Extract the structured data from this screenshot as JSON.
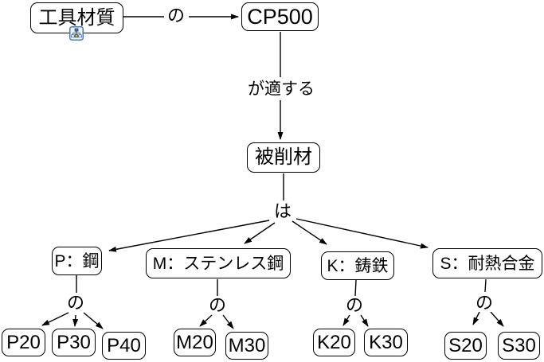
{
  "diagram": {
    "nodes": {
      "tool_material": {
        "label": "工具材質"
      },
      "cp500": {
        "label": "CP500"
      },
      "workpiece": {
        "label": "被削材"
      },
      "p": {
        "label": "P：鋼"
      },
      "m": {
        "label": "M：ステンレス鋼"
      },
      "k": {
        "label": "K：鋳鉄"
      },
      "s": {
        "label": "S：耐熱合金"
      },
      "p20": {
        "label": "P20"
      },
      "p30": {
        "label": "P30"
      },
      "p40": {
        "label": "P40"
      },
      "m20": {
        "label": "M20"
      },
      "m30": {
        "label": "M30"
      },
      "k20": {
        "label": "K20"
      },
      "k30": {
        "label": "K30"
      },
      "s20": {
        "label": "S20"
      },
      "s30": {
        "label": "S30"
      }
    },
    "edge_labels": {
      "no_top": "の",
      "suits": "が適する",
      "wa": "は",
      "no_p": "の",
      "no_m": "の",
      "no_k": "の",
      "no_s": "の"
    },
    "icons": {
      "smart_tag": "org-chart-icon"
    },
    "colors": {
      "line": "#000000",
      "node_border": "#000000",
      "node_fill": "#ffffff",
      "canvas": "#ffffff",
      "smart_tag_border": "#4a7ebb",
      "smart_tag_fill": "#eef3fb"
    }
  }
}
